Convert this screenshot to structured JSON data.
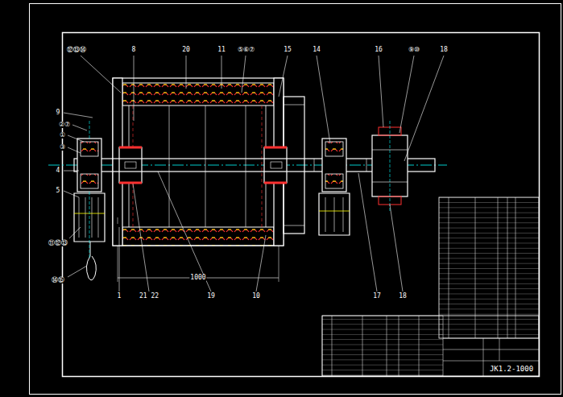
{
  "diagram": {
    "labels": [
      "⑫⑬⑭",
      "8",
      "20",
      "11",
      "⑤⑥⑦",
      "15",
      "14",
      "16",
      "⑨⑩",
      "18",
      "9",
      "②⑦",
      "①",
      "③",
      "4",
      "5",
      "⑪⑫⑬",
      "⑭⑮",
      "1",
      "21 22",
      "19",
      "10",
      "17",
      "18",
      "1000",
      "JK1.2-1000"
    ]
  }
}
